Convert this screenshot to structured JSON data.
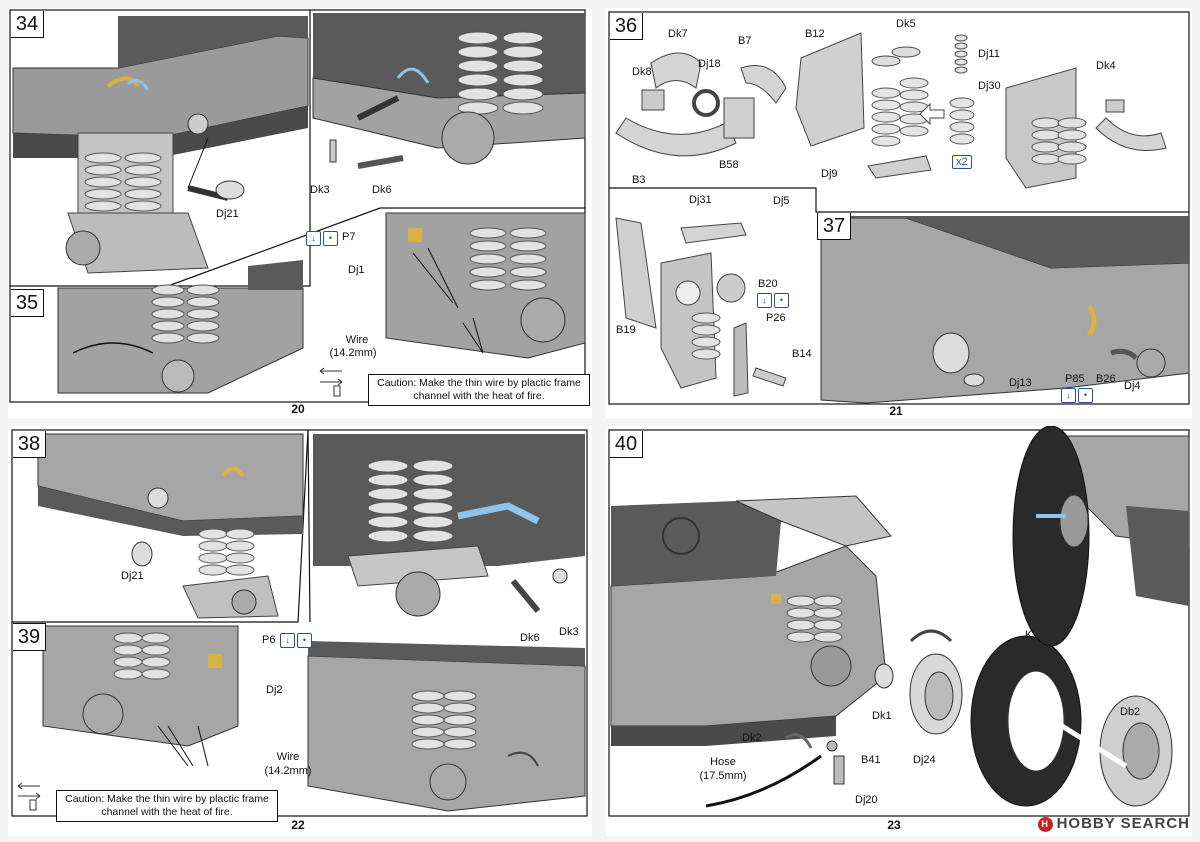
{
  "pages": {
    "p20": "20",
    "p21": "21",
    "p22": "22",
    "p23": "23"
  },
  "steps": {
    "s34": "34",
    "s35": "35",
    "s36": "36",
    "s37": "37",
    "s38": "38",
    "s39": "39",
    "s40": "40"
  },
  "labels34": {
    "dk3": "Dk3",
    "dk6": "Dk6",
    "dj21": "Dj21"
  },
  "labels35": {
    "p7": "P7",
    "dj1": "Dj1",
    "wire": "Wire",
    "wire_len": "(14.2mm)"
  },
  "labels36": {
    "dk7": "Dk7",
    "dk8": "Dk8",
    "dj18": "Dj18",
    "b7": "B7",
    "b12": "B12",
    "dk5": "Dk5",
    "dj11": "Dj11",
    "dj30": "Dj30",
    "dk4": "Dk4",
    "b3": "B3",
    "b58": "B58",
    "dj9": "Dj9",
    "x2": "x2",
    "dj31": "Dj31",
    "dj5": "Dj5",
    "b20": "B20",
    "p26": "P26",
    "b19": "B19",
    "b14": "B14"
  },
  "labels37": {
    "p85": "P85",
    "b26": "B26",
    "dj4": "Dj4",
    "dj13": "Dj13"
  },
  "labels38": {
    "dj21": "Dj21",
    "dk6": "Dk6",
    "dk3": "Dk3"
  },
  "labels39": {
    "p6": "P6",
    "dj2": "Dj2",
    "wire": "Wire",
    "wire_len": "(14.2mm)"
  },
  "labels40": {
    "k": "K",
    "db2": "Db2",
    "dk1": "Dk1",
    "dj24": "Dj24",
    "dk2": "Dk2",
    "b41": "B41",
    "hose": "Hose",
    "hose_len": "(17.5mm)",
    "dj20": "Dj20"
  },
  "caution_line1": "Caution: Make the thin wire by plactic frame",
  "caution_line2": "channel with the heat of fire.",
  "watermark": "HOBBY SEARCH",
  "watermark_mark": "H",
  "icons": {
    "glue": "↓",
    "paint": "•"
  },
  "colors": {
    "accent_blue": "#2950a0",
    "part_gray": "#b8b8b8",
    "dark_gray": "#5a5a5a",
    "brass": "#d8b340",
    "wire_blue": "#8fc3e8"
  }
}
